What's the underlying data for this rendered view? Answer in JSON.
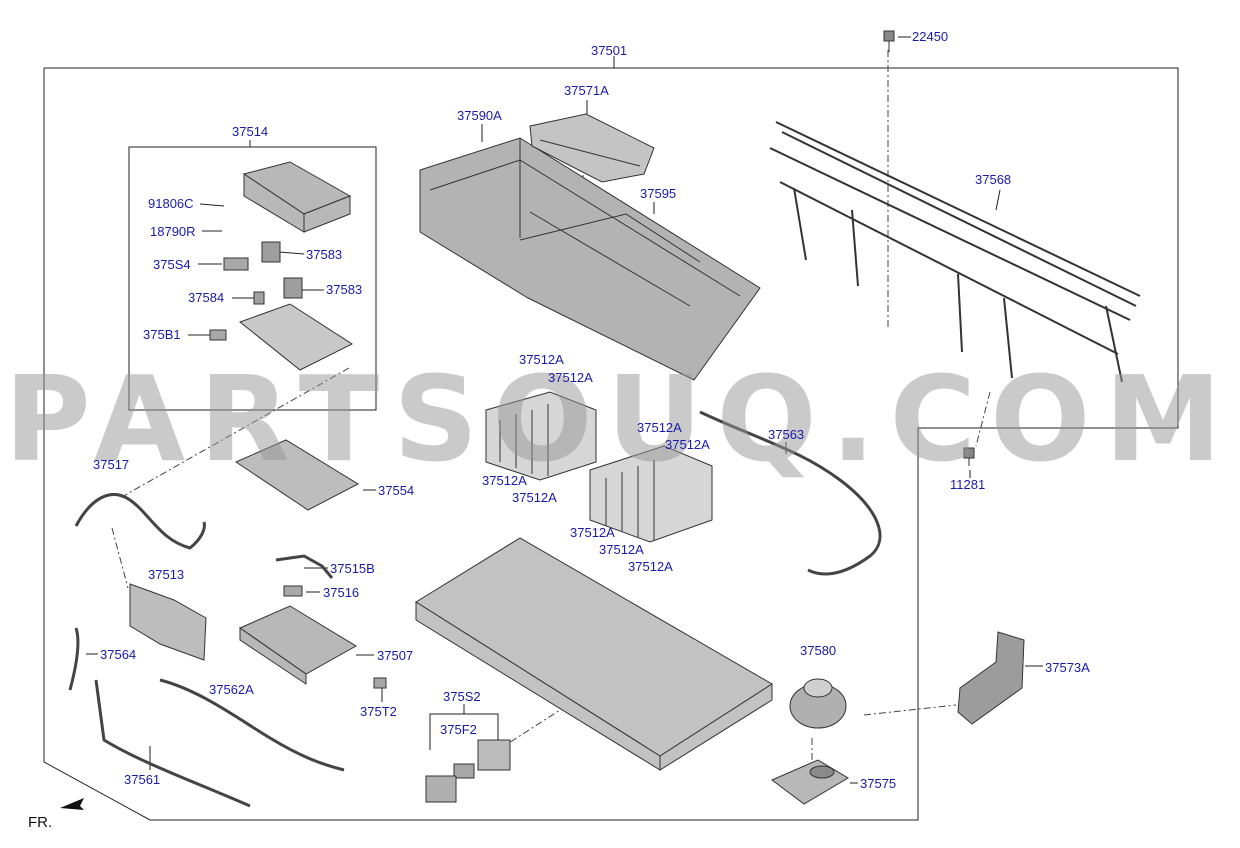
{
  "watermark": "PARTSOUQ.COM",
  "front_indicator": "FR.",
  "labels": {
    "l37501": "37501",
    "l22450": "22450",
    "l37571A": "37571A",
    "l37590A": "37590A",
    "l37514": "37514",
    "l91806C": "91806C",
    "l18790R": "18790R",
    "l375S4": "375S4",
    "l37583a": "37583",
    "l37583b": "37583",
    "l37584": "37584",
    "l375B1": "375B1",
    "l37595": "37595",
    "l37568": "37568",
    "l37512A_1": "37512A",
    "l37512A_2": "37512A",
    "l37512A_3": "37512A",
    "l37512A_4": "37512A",
    "l37512A_5": "37512A",
    "l37512A_6": "37512A",
    "l37512A_7": "37512A",
    "l37512A_8": "37512A",
    "l37512A_9": "37512A",
    "l37563": "37563",
    "l11281": "11281",
    "l37517": "37517",
    "l37554": "37554",
    "l37513": "37513",
    "l37515B": "37515B",
    "l37516": "37516",
    "l37507": "37507",
    "l37564": "37564",
    "l37562A": "37562A",
    "l375T2": "375T2",
    "l375S2": "375S2",
    "l375F2": "375F2",
    "l37580": "37580",
    "l37573A": "37573A",
    "l37561": "37561",
    "l37575": "37575"
  }
}
